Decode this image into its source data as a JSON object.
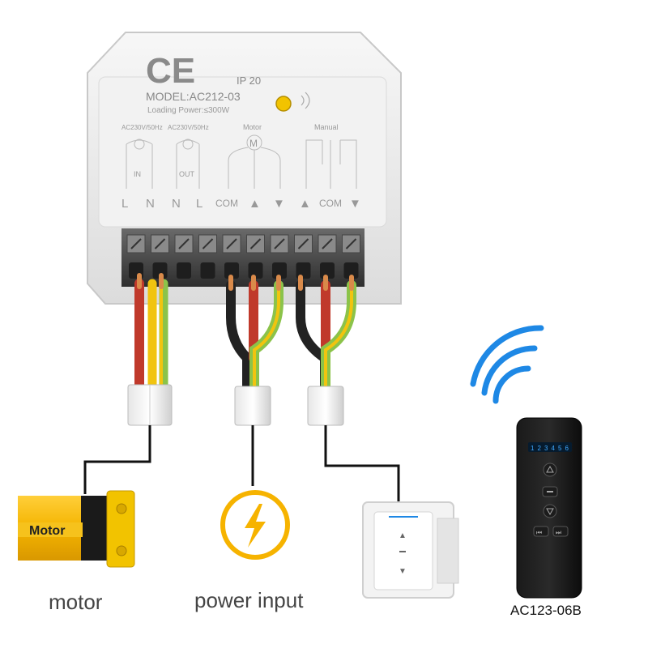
{
  "module": {
    "ce_mark": "CE",
    "ip_rating": "IP 20",
    "model": "MODEL:AC212-03",
    "loading_power": "Loading Power:≤300W",
    "in_spec": "AC230V/50Hz",
    "out_spec": "AC230V/50Hz",
    "motor_label": "Motor",
    "motor_symbol": "M",
    "manual_label": "Manual",
    "in_label": "IN",
    "out_label": "OUT",
    "terminals": [
      "L",
      "N",
      "N",
      "L",
      "COM",
      "▲",
      "▼",
      "▲",
      "COM",
      "▼"
    ]
  },
  "captions": {
    "motor": "motor",
    "power_input": "power input",
    "remote_model": "AC123-06B"
  },
  "motor": {
    "label": "Motor"
  },
  "remote": {
    "channels": [
      "1",
      "2",
      "3",
      "4",
      "5",
      "6"
    ],
    "icons": [
      "up-arrow-icon",
      "stop-icon",
      "down-arrow-icon",
      "prev-icon",
      "next-icon"
    ]
  },
  "wall_switch": {
    "icons": [
      "up-arrow-icon",
      "stop-icon",
      "down-arrow-icon"
    ]
  },
  "colors": {
    "wire_red": "#c0392b",
    "wire_yellow": "#f1c40f",
    "wire_green": "#8bc34a",
    "wire_black": "#222222",
    "copper": "#d98a4a",
    "motor_yellow": "#f4b400",
    "lightning": "#f6b300",
    "signal_blue": "#1e88e5",
    "remote_body": "#111111"
  }
}
